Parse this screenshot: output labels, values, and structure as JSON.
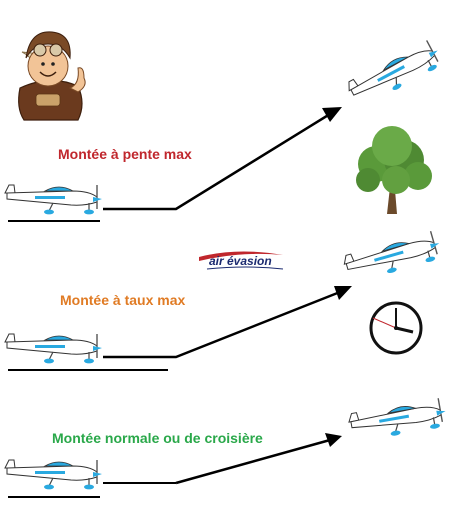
{
  "labels": {
    "max_angle": "Montée  à pente max",
    "max_rate": "Montée à taux max",
    "cruise": "Montée normale ou de croisière"
  },
  "logo": {
    "text": "air évasion"
  },
  "colors": {
    "max_angle": "#c0272d",
    "max_rate": "#e07b24",
    "cruise": "#2aa84a",
    "arrow": "#000000",
    "plane_accent": "#29a9e0"
  },
  "icons": [
    "pilot-mascot-icon",
    "airplane-icon",
    "tree-icon",
    "clock-icon",
    "arrow-icon"
  ]
}
